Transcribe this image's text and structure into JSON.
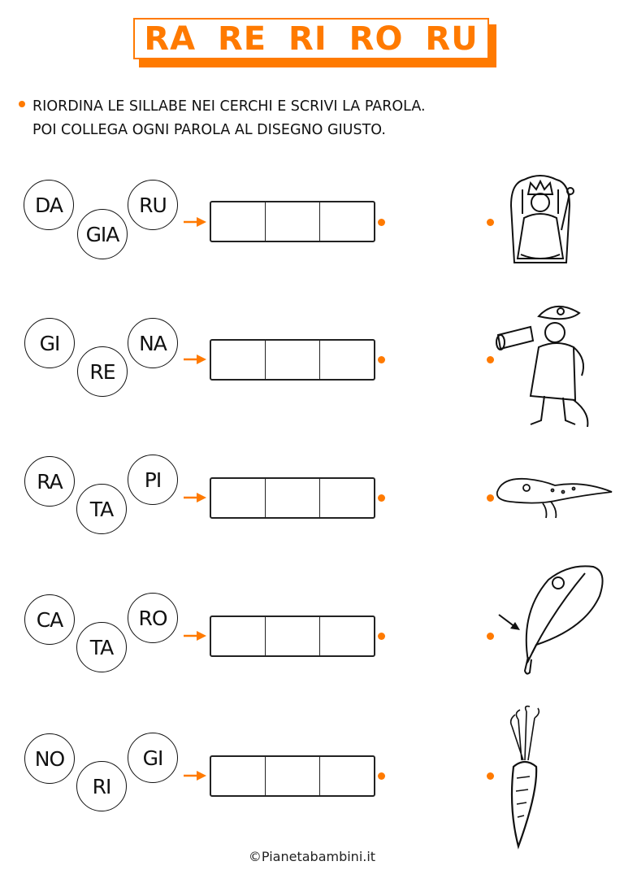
{
  "header": {
    "title": "RA  RE  RI  RO  RU",
    "accent_color": "#FF7A00"
  },
  "instructions": {
    "line1": "RIORDINA LE SILLABE NEI CERCHI E SCRIVI LA PAROLA.",
    "line2": "POI COLLEGA OGNI PAROLA AL DISEGNO GIUSTO."
  },
  "exercises": [
    {
      "syllables": [
        "DA",
        "GIA",
        "RU"
      ],
      "picture": "queen-on-throne-icon",
      "answer_cells": 3
    },
    {
      "syllables": [
        "GI",
        "RE",
        "NA"
      ],
      "picture": "pirate-with-telescope-icon",
      "answer_cells": 3
    },
    {
      "syllables": [
        "RA",
        "TA",
        "PI"
      ],
      "picture": "tadpole-icon",
      "answer_cells": 3
    },
    {
      "syllables": [
        "CA",
        "TA",
        "RO"
      ],
      "picture": "leaf-with-drop-icon",
      "answer_cells": 3
    },
    {
      "syllables": [
        "NO",
        "RI",
        "GI"
      ],
      "picture": "carrot-icon",
      "answer_cells": 3
    }
  ],
  "footer": {
    "copyright_symbol": "©",
    "site": "Pianetabambini.it"
  }
}
